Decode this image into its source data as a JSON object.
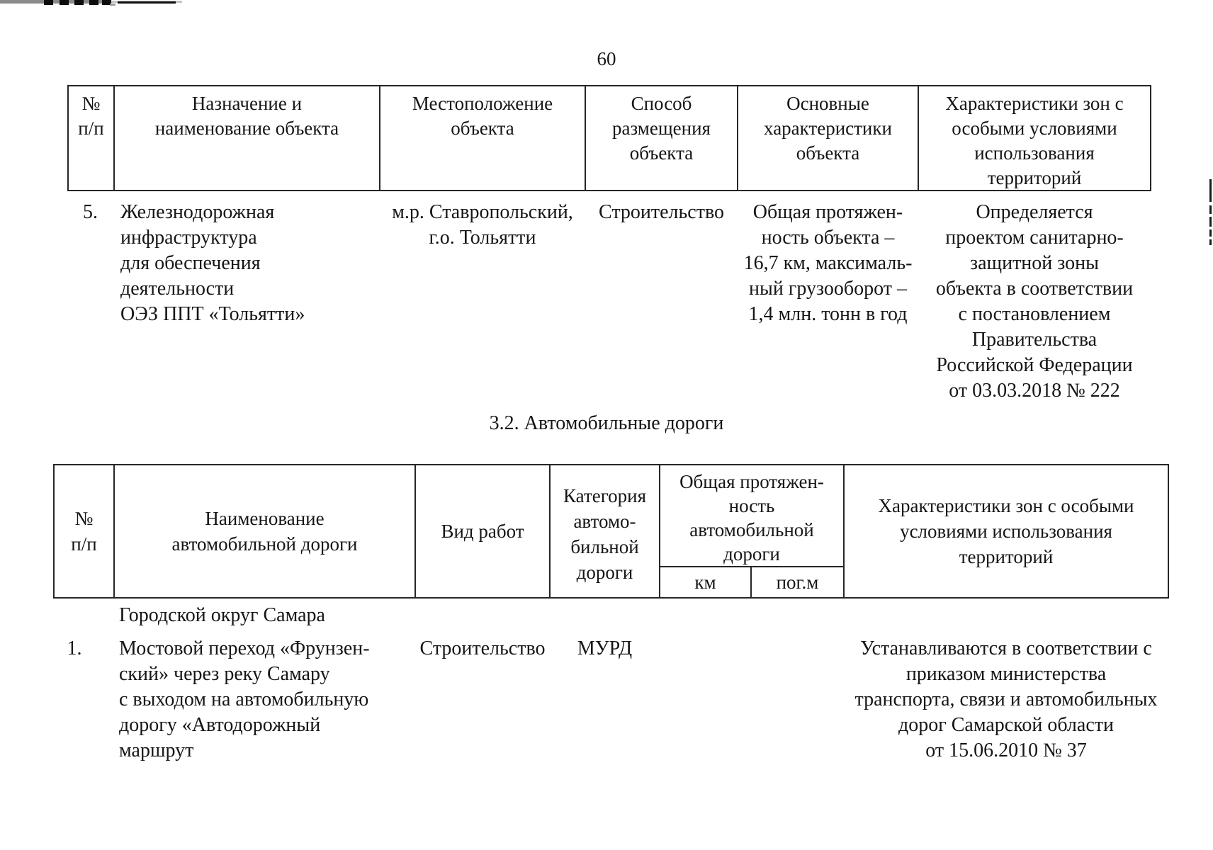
{
  "page": {
    "number": "60"
  },
  "section": {
    "heading": "3.2. Автомобильные дороги"
  },
  "table1": {
    "headers": [
      "№\nп/п",
      "Назначение и\nнаименование объекта",
      "Местоположение\nобъекта",
      "Способ\nразмещения\nобъекта",
      "Основные\nхарактеристики\nобъекта",
      "Характеристики зон с\nособыми условиями\nиспользования\nтерриторий"
    ],
    "rows": [
      {
        "num": "5.",
        "name": "Железнодорожная\nинфраструктура\nдля обеспечения\nдеятельности\nОЭЗ ППТ «Тольятти»",
        "location": "м.р. Ставропольский,\nг.о. Тольятти",
        "method": "Строительство",
        "characteristics": "Общая протяжен-\nность объекта –\n16,7 км, максималь-\nный грузооборот –\n1,4 млн. тонн в год",
        "zones": "Определяется\nпроектом санитарно-\nзащитной зоны\nобъекта в соответствии\nс постановлением\nПравительства\nРоссийской Федерации\nот 03.03.2018 № 222"
      }
    ]
  },
  "table2": {
    "headers": {
      "num": "№\nп/п",
      "name": "Наименование\nавтомобильной дороги",
      "work": "Вид работ",
      "category": "Категория\nавтомо-\nбильной\nдороги",
      "length": "Общая протяжен-\nность\nавтомобильной\nдороги",
      "length_km": "км",
      "length_pog_m": "пог.м",
      "zones": "Характеристики зон с особыми\nусловиями использования\nтерриторий"
    },
    "group": "Городской округ Самара",
    "rows": [
      {
        "num": "1.",
        "name": "Мостовой переход «Фрунзен-\nский» через реку Самару\nс выходом на автомобильную\nдорогу «Автодорожный\nмаршрут",
        "work": "Строительство",
        "category": "МУРД",
        "km": "",
        "pog_m": "",
        "zones": "Устанавливаются в соответствии с\nприказом министерства\nтранспорта, связи и автомобильных\nдорог Самарской области\nот 15.06.2010 № 37"
      }
    ]
  }
}
